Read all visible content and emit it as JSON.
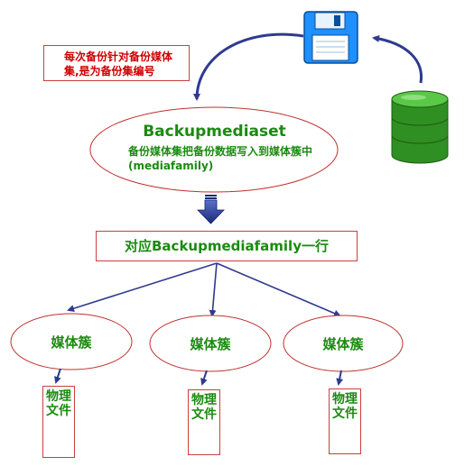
{
  "note": {
    "text": "每次备份针对备份媒体集,是为备份集编号"
  },
  "backup_media_set": {
    "title": "Backupmediaset",
    "description": "备份媒体集把备份数据写入到媒体簇中(mediafamily)"
  },
  "family_row": {
    "label": "对应Backupmediafamily一行"
  },
  "media_families": [
    {
      "label": "媒体簇",
      "file_label": "物理文件"
    },
    {
      "label": "媒体簇",
      "file_label": "物理文件"
    },
    {
      "label": "媒体簇",
      "file_label": "物理文件"
    }
  ],
  "icons": {
    "save": "floppy-disk-icon",
    "database": "database-icon"
  },
  "colors": {
    "box_border": "#c84040",
    "ellipse_border": "#c03030",
    "label_text": "#1b8a10",
    "note_text": "#cc0000",
    "arrow": "#2f3a8f",
    "floppy": "#1e90ff",
    "database": "#3ea62e"
  }
}
